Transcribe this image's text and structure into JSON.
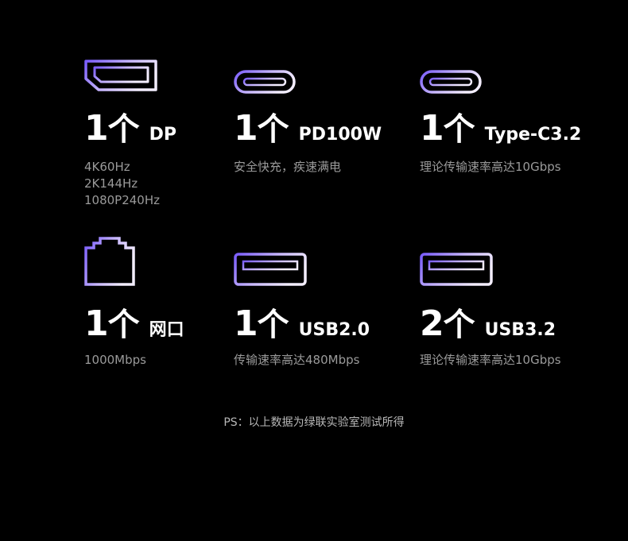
{
  "ports": [
    {
      "count": "1",
      "unit": "个",
      "label": "DP",
      "desc": [
        "4K60Hz",
        "2K144Hz",
        "1080P240Hz"
      ],
      "icon": "displayport-icon"
    },
    {
      "count": "1",
      "unit": "个",
      "label": "PD100W",
      "desc": [
        "安全快充，疾速满电"
      ],
      "icon": "usb-c-icon"
    },
    {
      "count": "1",
      "unit": "个",
      "label": "Type-C3.2",
      "desc": [
        "理论传输速率高达10Gbps"
      ],
      "icon": "usb-c-icon"
    },
    {
      "count": "1",
      "unit": "个",
      "label": "网口",
      "desc": [
        "1000Mbps"
      ],
      "icon": "ethernet-icon"
    },
    {
      "count": "1",
      "unit": "个",
      "label": "USB2.0",
      "desc": [
        "传输速率高达480Mbps"
      ],
      "icon": "usb-a-icon"
    },
    {
      "count": "2",
      "unit": "个",
      "label": "USB3.2",
      "desc": [
        "理论传输速率高达10Gbps"
      ],
      "icon": "usb-a-icon"
    }
  ],
  "footnote": "PS：以上数据为绿联实验室测试所得",
  "colors": {
    "background": "#000000",
    "icon_gradient_start": "#6a4cff",
    "icon_gradient_end": "#f3eaff",
    "desc": "#9a9a9a"
  }
}
